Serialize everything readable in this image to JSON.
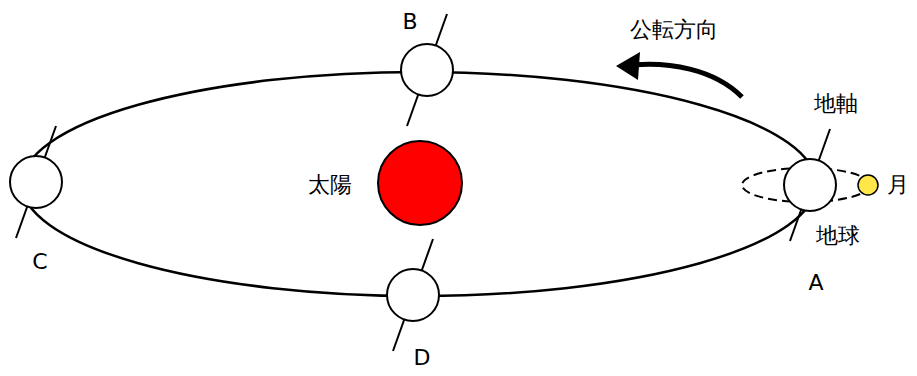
{
  "diagram": {
    "labels": [
      "公転方向",
      "B",
      "地軸",
      "太陽",
      "月",
      "地球",
      "C",
      "A",
      "D"
    ]
  }
}
